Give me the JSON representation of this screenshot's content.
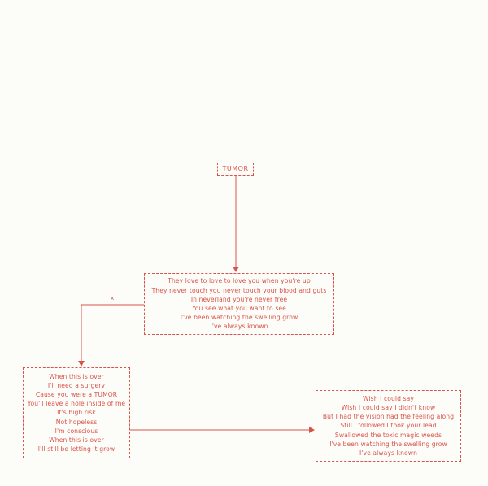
{
  "title_node": {
    "label": "TUMOR"
  },
  "branch_label": "x",
  "verse_center": {
    "lines": [
      "They love to love to love you when you're up",
      "They never touch you never touch your blood and guts",
      "In neverland you're never free",
      "You see what you want to see",
      "I've been watching the swelling grow",
      "I've always known"
    ]
  },
  "verse_left": {
    "lines": [
      "When this is over",
      "I'll need a surgery",
      "Cause you were a TUMOR",
      "You'll leave a hole inside of me",
      "It's high risk",
      "Not hopeless",
      "I'm conscious",
      "When this is over",
      "I'll still be letting it grow"
    ]
  },
  "verse_right": {
    "lines": [
      "Wish I could say",
      "Wish I could say I didn't know",
      "But I had the vision had the feeling along",
      "Still I followed I took your lead",
      "Swallowed the toxic magic weeds",
      "I've been watching the swelling grow",
      "I've always known"
    ]
  },
  "colors": {
    "ink": "#d9534a",
    "paper": "#fcfcf9"
  }
}
